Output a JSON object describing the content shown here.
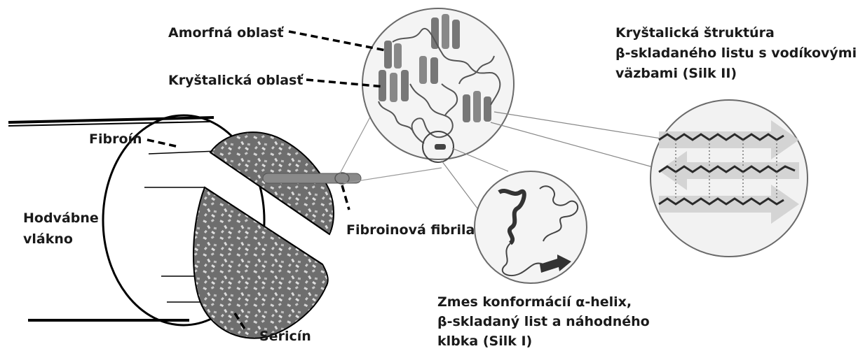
{
  "labels": {
    "amorfna": "Amorfná oblasť",
    "krystalicka": "Kryštalická oblasť",
    "fibroin": "Fibroín",
    "hodvabne_line1": "Hodvábne",
    "hodvabne_line2": "vlákno",
    "fibroinova_fibrila": "Fibroinová fibrila",
    "sericin": "Sericín",
    "silk2_line1": "Kryštalická štruktúra",
    "silk2_line2": "β-skladaného listu s vodíkovými",
    "silk2_line3": "väzbami (Silk II)",
    "silk1_line1": "Zmes konformácií α-helix,",
    "silk1_line2": "β-skladaný list a náhodného",
    "silk1_line3": "klbka (Silk I)"
  }
}
